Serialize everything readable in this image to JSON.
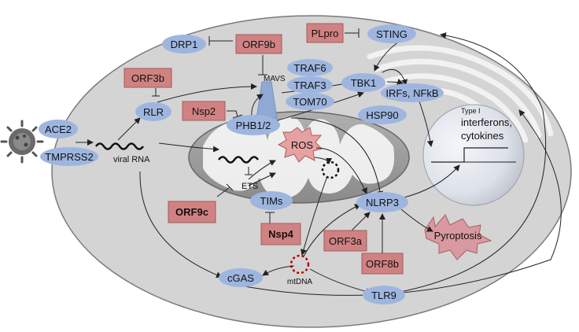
{
  "nodes": {
    "ace2": "ACE2",
    "tmprss2": "TMPRSS2",
    "viral_rna": "viral RNA",
    "rlr": "RLR",
    "orf3b": "ORF3b",
    "drp1": "DRP1",
    "orf9b": "ORF9b",
    "mavs": "MAVS",
    "traf6": "TRAF6",
    "traf3": "TRAF3",
    "tom70": "TOM70",
    "plpro": "PLpro",
    "sting": "STING",
    "tbk1": "TBK1",
    "irfs_nfkb": "IRFs, NFkB",
    "hsp90": "HSP90",
    "nsp2": "Nsp2",
    "phb": "PHB1/2",
    "ros": "ROS",
    "ets": "ETS",
    "orf9c": "ORF9c",
    "tims": "TIMs",
    "nsp4": "Nsp4",
    "nlrp3": "NLRP3",
    "orf3a": "ORF3a",
    "orf8b": "ORF8b",
    "pyroptosis": "Pyroptosis",
    "mtdna": "mtDNA",
    "cgas": "cGAS",
    "tlr9": "TLR9",
    "type1_small": "Type I",
    "interferons": "interferons,",
    "cytokines": "cytokines"
  },
  "colors": {
    "cell_fill": "#d4d4d4",
    "mito_fill": "#9e9e9e",
    "node_blue": "#9eb6df",
    "inhibitor_red": "#d08282",
    "ros_fill": "#e6a2a2",
    "mtdna_red": "#c00000",
    "virus": "#555555"
  }
}
